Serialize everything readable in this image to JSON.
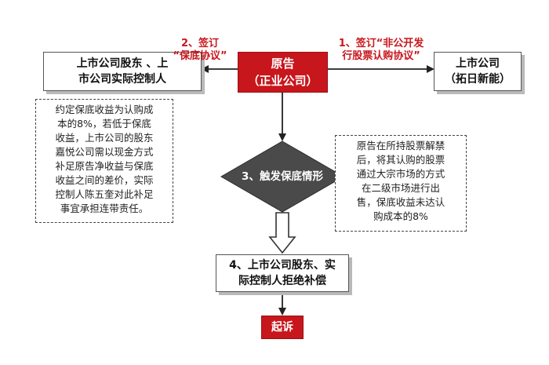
{
  "nodes": {
    "plaintiff": "原告\n（正业公司）",
    "shareholders": "上市公司股东 、上\n市公司实际控制人",
    "company": "上市公司\n（拓日新能）",
    "trigger": "3、触发保底情形",
    "refuse": "4、上市公司股东、实\n际控制人拒绝补偿",
    "sue": "起诉"
  },
  "edges": {
    "edge1_label": "1、签订“非公开发\n行股票认购协议”",
    "edge2_label": "2、签订\n“保底协议”"
  },
  "notes": {
    "left": "约定保底收益为认购成\n本的8%，若低于保底\n收益，上市公司的股东\n嘉悦公司需以现金方式\n补足原告净收益与保底\n收益之间的差价，实际\n控制人陈五奎对此补足\n事宜承担连带责任。",
    "right": "原告在所持股票解禁\n后，将其认购的股票\n通过大宗市场的方式\n在二级市场进行出\n售，保底收益未达认\n购成本的8%"
  },
  "colors": {
    "accent": "#c8161d",
    "diamond": "#4a4a4a",
    "border": "#555555",
    "shadow": "#b9b9b9"
  }
}
